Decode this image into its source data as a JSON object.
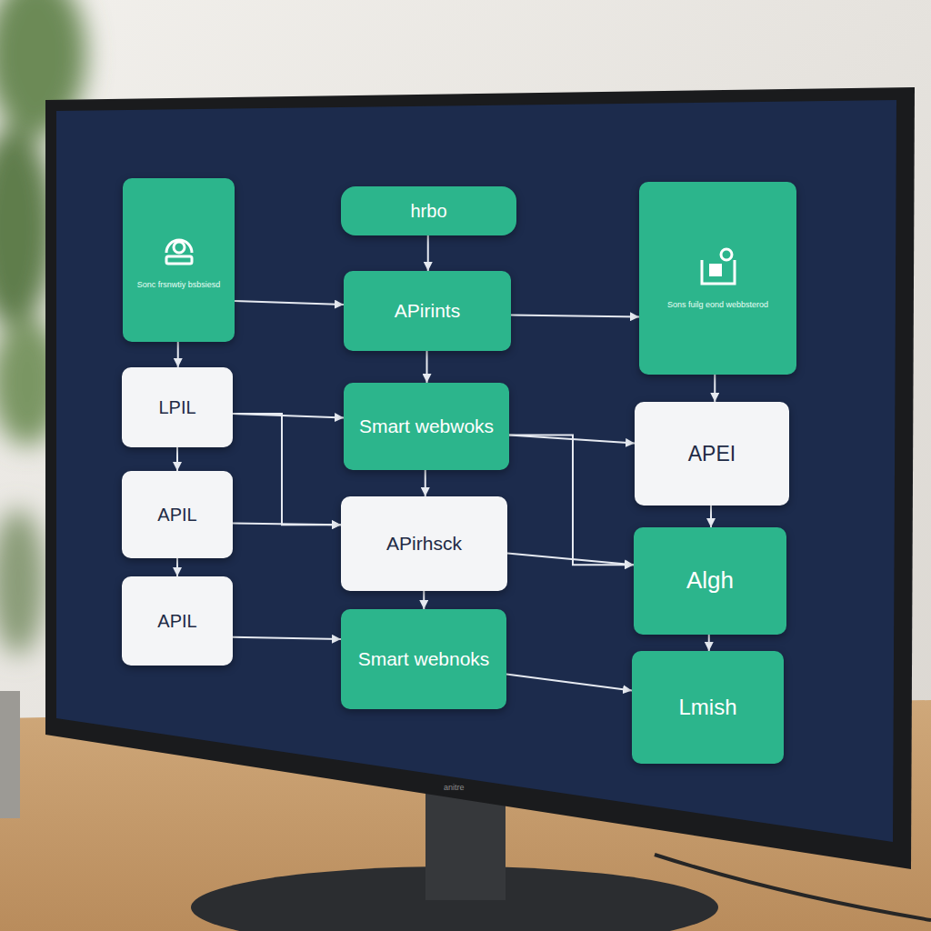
{
  "diagram": {
    "nodes": [
      {
        "text": [
          "Sonc frsnwtiy bsbsiesd"
        ]
      },
      {
        "text": [
          "LPIL"
        ]
      },
      {
        "text": [
          "APIL"
        ]
      },
      {
        "text": [
          "APIL"
        ]
      },
      {
        "text": [
          "hrbo"
        ]
      },
      {
        "text": [
          "APirints"
        ]
      },
      {
        "text": [
          "Smart webwoks"
        ]
      },
      {
        "text": [
          "APirhsck"
        ]
      },
      {
        "text": [
          "Smart webnoks"
        ]
      },
      {
        "text": [
          "Sons fuilg eond webbsterod"
        ]
      },
      {
        "text": [
          "APEI"
        ]
      },
      {
        "text": [
          "Algh"
        ]
      },
      {
        "text": [
          "Lmish"
        ]
      }
    ],
    "edges": [
      {
        "from": 0,
        "to": 1,
        "arrow": "to"
      },
      {
        "from": 1,
        "to": 2,
        "arrow": "to"
      },
      {
        "from": 2,
        "to": 3,
        "arrow": "to"
      },
      {
        "from": 0,
        "to": 5,
        "arrow": "to"
      },
      {
        "from": 4,
        "to": 5,
        "arrow": "to"
      },
      {
        "from": 5,
        "to": 6,
        "arrow": "to"
      },
      {
        "from": 6,
        "to": 7,
        "arrow": "to"
      },
      {
        "from": 7,
        "to": 8,
        "arrow": "to"
      },
      {
        "from": 1,
        "to": 6,
        "arrow": "to"
      },
      {
        "from": 1,
        "to": 7,
        "arrow": "to"
      },
      {
        "from": 2,
        "to": 7,
        "arrow": "to"
      },
      {
        "from": 3,
        "to": 8,
        "arrow": "to"
      },
      {
        "from": 5,
        "to": 9,
        "arrow": "to"
      },
      {
        "from": 9,
        "to": 10,
        "arrow": "to"
      },
      {
        "from": 10,
        "to": 11,
        "arrow": "to"
      },
      {
        "from": 11,
        "to": 12,
        "arrow": "to"
      },
      {
        "from": 6,
        "to": 10,
        "arrow": "to"
      },
      {
        "from": 6,
        "to": 11,
        "arrow": "to"
      },
      {
        "from": 7,
        "to": 11,
        "arrow": "to"
      },
      {
        "from": 8,
        "to": 12,
        "arrow": "to"
      }
    ],
    "labels": [
      "anitre"
    ]
  }
}
